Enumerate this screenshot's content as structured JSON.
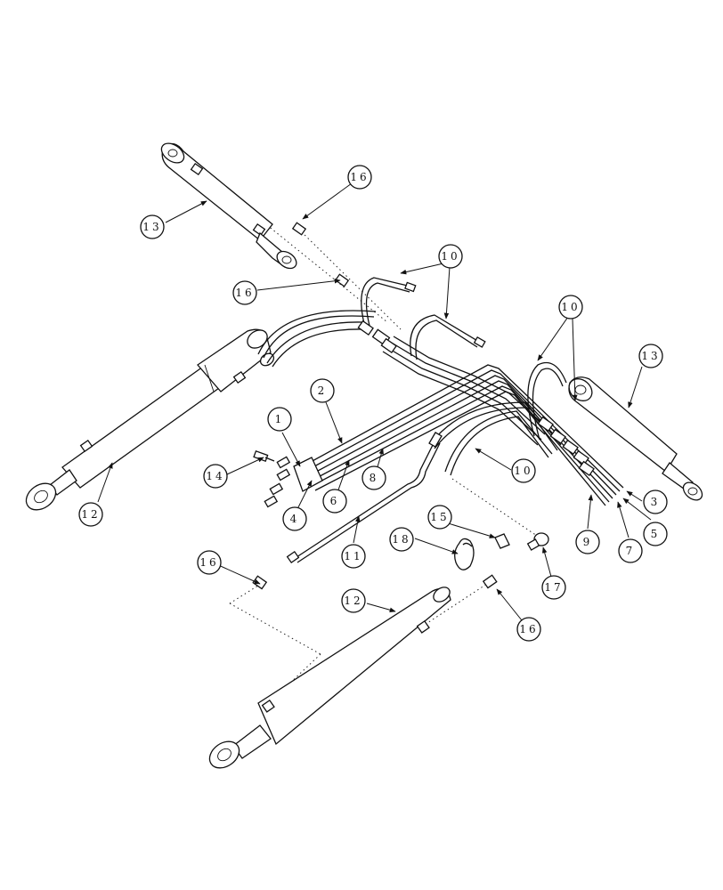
{
  "callouts": [
    {
      "id": "c1",
      "label": "1"
    },
    {
      "id": "c2",
      "label": "2"
    },
    {
      "id": "c3",
      "label": "3"
    },
    {
      "id": "c4",
      "label": "4"
    },
    {
      "id": "c5",
      "label": "5"
    },
    {
      "id": "c6",
      "label": "6"
    },
    {
      "id": "c7",
      "label": "7"
    },
    {
      "id": "c8",
      "label": "8"
    },
    {
      "id": "c9",
      "label": "9"
    },
    {
      "id": "c10a",
      "label": "10"
    },
    {
      "id": "c10b",
      "label": "10"
    },
    {
      "id": "c10c",
      "label": "10"
    },
    {
      "id": "c11",
      "label": "11"
    },
    {
      "id": "c12a",
      "label": "12"
    },
    {
      "id": "c12b",
      "label": "12"
    },
    {
      "id": "c13a",
      "label": "13"
    },
    {
      "id": "c13b",
      "label": "13"
    },
    {
      "id": "c14",
      "label": "14"
    },
    {
      "id": "c15",
      "label": "15"
    },
    {
      "id": "c16a",
      "label": "16"
    },
    {
      "id": "c16b",
      "label": "16"
    },
    {
      "id": "c16c",
      "label": "16"
    },
    {
      "id": "c16d",
      "label": "16"
    },
    {
      "id": "c17",
      "label": "17"
    },
    {
      "id": "c18",
      "label": "18"
    }
  ]
}
